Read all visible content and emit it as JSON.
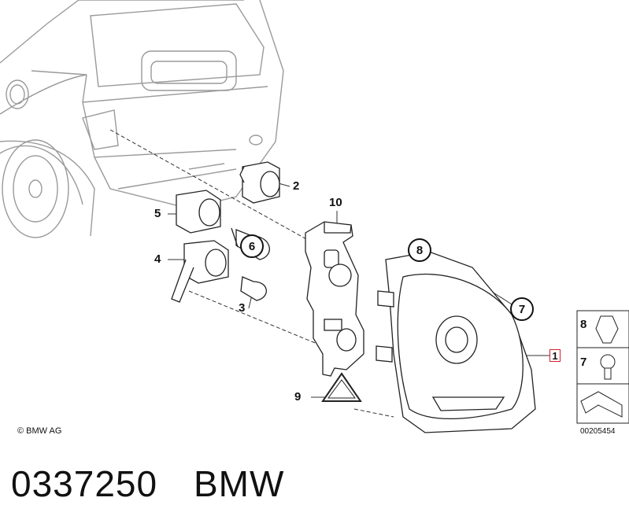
{
  "callouts": {
    "c1": "1",
    "c2": "2",
    "c3": "3",
    "c4": "4",
    "c5": "5",
    "c6": "6",
    "c7": "7",
    "c8": "8",
    "c9": "9",
    "c10": "10"
  },
  "legend": {
    "item8": "8",
    "item7": "7"
  },
  "copyright": "© BMW AG",
  "doc_number": "00205454",
  "footer": {
    "part_number": "0337250",
    "brand": "BMW"
  },
  "colors": {
    "line": "#8a8a8a",
    "ink": "#111111",
    "highlight": "#d2202a"
  }
}
